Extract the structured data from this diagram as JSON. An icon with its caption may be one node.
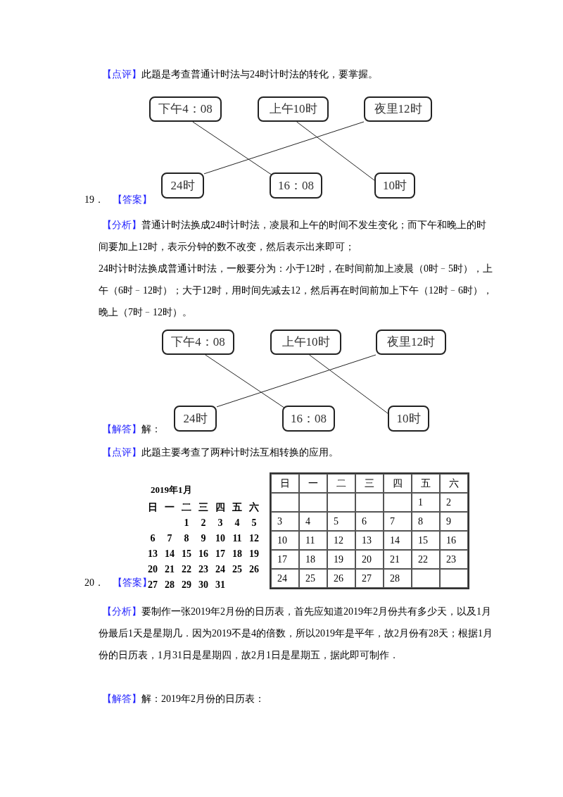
{
  "diagram": {
    "nodes": [
      {
        "text": [
          "下午4：08"
        ]
      },
      {
        "text": [
          "上午10时"
        ]
      },
      {
        "text": [
          "夜里12时"
        ]
      },
      {
        "text": [
          "24时"
        ]
      },
      {
        "text": [
          "16：08"
        ]
      },
      {
        "text": [
          "10时"
        ]
      },
      {
        "text": [
          "下午4：08"
        ]
      },
      {
        "text": [
          "上午10时"
        ]
      },
      {
        "text": [
          "夜里12时"
        ]
      },
      {
        "text": [
          "24时"
        ]
      },
      {
        "text": [
          "16：08"
        ]
      },
      {
        "text": [
          "10时"
        ]
      }
    ],
    "edges": [
      {
        "from": 0,
        "to": 4,
        "arrow": "none"
      },
      {
        "from": 1,
        "to": 5,
        "arrow": "none"
      },
      {
        "from": 2,
        "to": 3,
        "arrow": "none"
      },
      {
        "from": 6,
        "to": 10,
        "arrow": "none"
      },
      {
        "from": 7,
        "to": 11,
        "arrow": "none"
      },
      {
        "from": 8,
        "to": 9,
        "arrow": "none"
      }
    ],
    "labels": [
      "【点评】",
      "此题是考查普通计时法与24时计时法的转化，要掌握。",
      "19．",
      "【答案】",
      "【分析】",
      "普通计时法换成24时计时法，凌晨和上午的时间不发生变化；而下午和晚上的时间要加上12时，表示分钟的数不改变，然后表示出来即可；",
      "24时计时法换成普通计时法，一般要分为：小于12时，在时间前加上凌晨（0时﹣5时），上午（6时﹣12时）；大于12时，用时间先减去12，然后再在时间前加上下午（12时﹣6时），晚上（7时﹣12时）。",
      "【解答】",
      "解：",
      "【点评】",
      "此题主要考查了两种计时法互相转换的应用。",
      "2019年1月",
      "日",
      "一",
      "二",
      "三",
      "四",
      "五",
      "六",
      "1",
      "2",
      "3",
      "4",
      "5",
      "6",
      "7",
      "8",
      "9",
      "10",
      "11",
      "12",
      "13",
      "14",
      "15",
      "16",
      "17",
      "18",
      "19",
      "20",
      "21",
      "22",
      "23",
      "24",
      "25",
      "26",
      "27",
      "28",
      "29",
      "30",
      "31",
      "日",
      "一",
      "二",
      "三",
      "四",
      "五",
      "六",
      "1",
      "2",
      "3",
      "4",
      "5",
      "6",
      "7",
      "8",
      "9",
      "10",
      "11",
      "12",
      "13",
      "14",
      "15",
      "16",
      "17",
      "18",
      "19",
      "20",
      "21",
      "22",
      "23",
      "24",
      "25",
      "26",
      "27",
      "28",
      "20．",
      "【答案】",
      "【分析】",
      "要制作一张2019年2月份的日历表，首先应知道2019年2月份共有多少天，以及1月份最后1天是星期几．因为2019不是4的倍数，所以2019年是平年，故2月份有28天；根据1月份的日历表，1月31日是星期四，故2月1日是星期五，据此即可制作．",
      "【解答】",
      "解：2019年2月份的日历表："
    ]
  }
}
